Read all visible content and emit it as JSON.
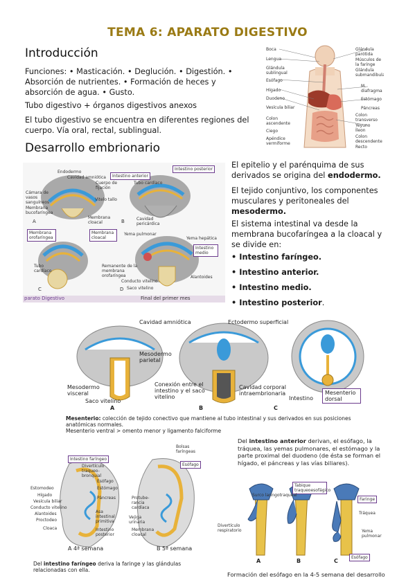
{
  "title": "TEMA 6: APARATO DIGESTIVO",
  "intro": {
    "heading": "Introducción",
    "p1": "Funciones: • Masticación. • Deglución. • Digestión. • Absorción de nutrientes. • Formación de heces y absorción de agua. • Gusto.",
    "p2": "Tubo digestivo + órganos digestivos anexos",
    "p3": "El tubo digestivo se encuentra en diferentes regiones del cuerpo. Vía oral, rectal, sublingual."
  },
  "desarrollo": {
    "heading": "Desarrollo embrionario",
    "p1_pre": "El epitelio y el parénquima de sus derivados se origina del ",
    "p1_bold": "endodermo.",
    "p2_pre": "El tejido conjuntivo, los componentes musculares y peritoneales del ",
    "p2_bold": "mesodermo.",
    "p3": "El sistema intestinal va desde la membrana bucofaríngea a la cloacal y se divide en:",
    "list": [
      "Intestino faríngeo.",
      "Intestino anterior.",
      "Intestino medio.",
      "Intestino posterior"
    ],
    "list_last_suffix": "."
  },
  "anatomy_fig": {
    "left": [
      "Boca",
      "Lengua",
      "Glándula sublingual",
      "Esófago",
      "Hígado",
      "Duodeno",
      "Vesícula biliar",
      "Colon ascendente",
      "Ciego",
      "Apéndice vermiforme"
    ],
    "right": [
      "Glándula parótida",
      "Músculos de la faringe",
      "Glándula submandibular",
      "M. diafragma",
      "Estómago",
      "Páncreas",
      "Colon transverso",
      "Yeyuno",
      "Íleon",
      "Colon descendente",
      "Recto"
    ]
  },
  "fig1": {
    "labels": [
      "Endodermo",
      "Cavidad amniótica",
      "Cuerpo de fijación",
      "Cámara de vasos sanguíneos",
      "Membrana bucofaríngea",
      "Vitelo tallo",
      "Membrana cloacal",
      "Intestino anterior",
      "Tubo cardíaco",
      "Cavidad pericárdica",
      "Membrana orofaríngea",
      "Membrana cloacal",
      "Yema pulmonar",
      "Yema hepática",
      "Intestino medio",
      "Tubo cardíaco",
      "Remanente de la membrana orofaríngea",
      "Conducto vitelino",
      "Saco vitelino",
      "Alantoides"
    ],
    "boxed": [
      "Intestino posterior",
      "Intestino anterior",
      "Membrana orofaríngea",
      "Membrana cloacal",
      "Intestino medio"
    ],
    "letters": [
      "A",
      "B",
      "C",
      "D"
    ],
    "footer_left": "parato Digestivo",
    "footer_right": "Final del primer mes"
  },
  "fig2": {
    "labels": [
      "Cavidad amniótica",
      "Ectodermo superficial",
      "Mesodermo parietal",
      "Mesodermo visceral",
      "Saco vitelino",
      "Conexión entre el intestino y el saco vitelino",
      "Cavidad corporal intraembrionaria",
      "Intestino"
    ],
    "boxed": "Mesenterio dorsal",
    "letters": [
      "A",
      "B",
      "C"
    ],
    "caption1_bold": "Mesenterio:",
    "caption1": " colección de tejido conectivo que mantiene al tubo intestinal y sus derivados en sus posiciones anatómicas normales.",
    "caption2": "Mesenterio ventral > omento menor y ligamento falciforme"
  },
  "fig3": {
    "labels_a": [
      "Divertículo traqueo-bronquial",
      "Esófago",
      "Estómago",
      "Estomodeo",
      "Hígado",
      "Vesícula biliar",
      "Páncreas",
      "Conducto vitelino",
      "Alantoides",
      "Proctodeo",
      "Cloaca",
      "Asa intestinal primitiva",
      "Intestino posterior"
    ],
    "labels_b": [
      "Bolsas faríngeas",
      "Protube­rancia cardíaca",
      "Vejiga urinaria",
      "Membrana cloacal"
    ],
    "boxed_a": "Intestino faríngeo",
    "boxed_b": "Esófago",
    "week_a": "A  4ª semana",
    "week_b": "B  5ª semana",
    "caption_pre": "Del ",
    "caption_bold": "intestino faríngeo",
    "caption_post": " deriva la faringe y las glándulas relacionadas con ella."
  },
  "fig4": {
    "text_pre": "Del ",
    "text_bold": "intestino anterior",
    "text_post": " derivan, el esófago, la tráquea, las yemas pulmonares, el estómago y la parte proximal del duodeno (de ésta se forman el hígado, el páncreas y las vías biliares).",
    "labels": [
      "Tabique traqueoesofágico",
      "Faringe",
      "Surco laringotraqueal",
      "Tráquea",
      "Divertículo respiratorio",
      "Yema pulmonar"
    ],
    "boxed": [
      "Tabique traqueoesofágico",
      "Faringe",
      "Esófago"
    ],
    "letters": [
      "A",
      "B",
      "C"
    ],
    "caption": "Formación del esófago en la 4-5 semana del desarrollo"
  },
  "colors": {
    "title": "#9a7a14",
    "box": "#6a3a8c",
    "endoderm": "#e8b23a",
    "mesoderm_blue": "#3a9ad9",
    "tissue": "#c9c9c9"
  }
}
